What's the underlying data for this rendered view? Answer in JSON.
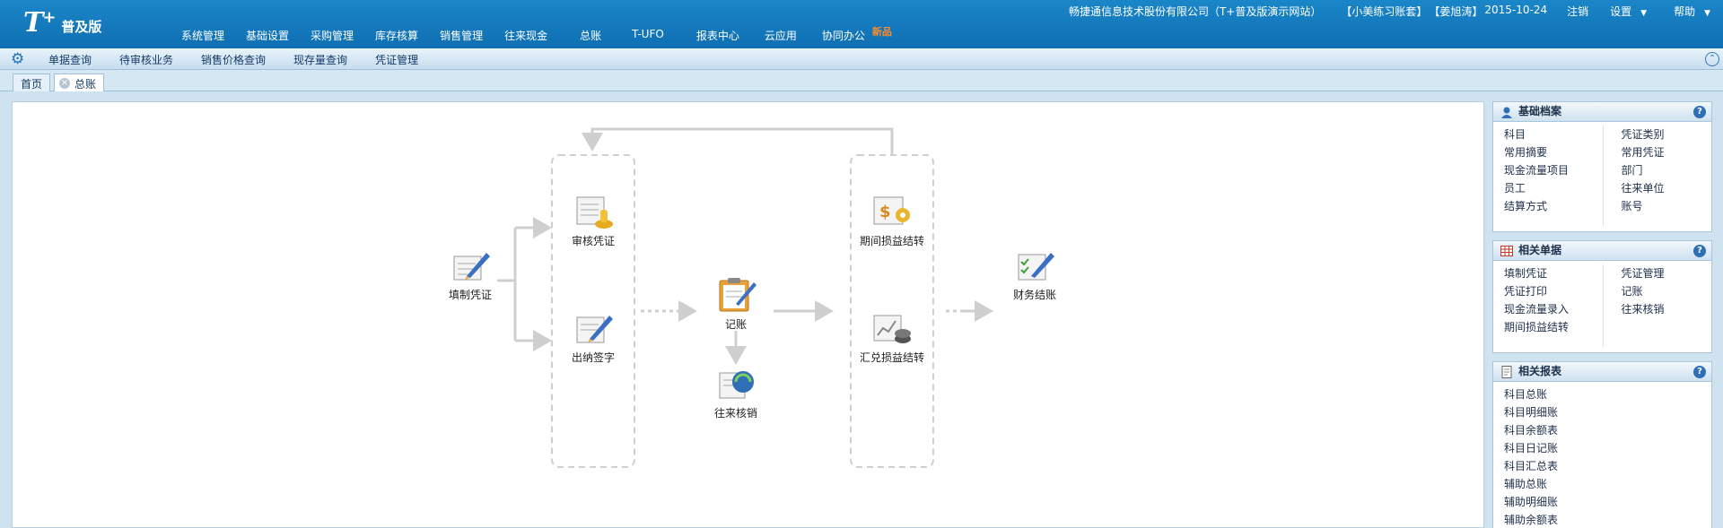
{
  "app": {
    "logo": "T",
    "logo_sup": "+",
    "edition": "普及版"
  },
  "main_nav": [
    "系统管理",
    "基础设置",
    "采购管理",
    "库存核算",
    "销售管理",
    "往来现金",
    "总账",
    "T-UFO",
    "报表中心",
    "云应用",
    "协同办公"
  ],
  "main_nav_badge": "新品",
  "top_right": {
    "company": "畅捷通信息技术股份有限公司（T+普及版演示网站）",
    "account": "【小美练习账套】",
    "user": "【姜旭涛】",
    "date": "2015-10-24",
    "logout": "注销",
    "settings": "设置",
    "help": "帮助"
  },
  "sub_nav": [
    "单据查询",
    "待审核业务",
    "销售价格查询",
    "现存量查询",
    "凭证管理"
  ],
  "tabs": {
    "home": "首页",
    "active": "总账"
  },
  "flow": {
    "fill_voucher": "填制凭证",
    "audit_voucher": "审核凭证",
    "cashier_sign": "出纳签字",
    "post": "记账",
    "writeoff": "往来核销",
    "period_pl": "期间损益结转",
    "fx_pl": "汇兑损益结转",
    "close": "财务结账"
  },
  "panels": {
    "basic": {
      "title": "基础档案",
      "left": [
        "科目",
        "常用摘要",
        "现金流量项目",
        "员工",
        "结算方式"
      ],
      "right": [
        "凭证类别",
        "常用凭证",
        "部门",
        "往来单位",
        "账号"
      ]
    },
    "docs": {
      "title": "相关单据",
      "left": [
        "填制凭证",
        "凭证打印",
        "现金流量录入",
        "期间损益结转"
      ],
      "right": [
        "凭证管理",
        "记账",
        "往来核销"
      ]
    },
    "reports": {
      "title": "相关报表",
      "items": [
        "科目总账",
        "科目明细账",
        "科目余额表",
        "科目日记账",
        "科目汇总表",
        "辅助总账",
        "辅助明细账",
        "辅助余额表"
      ]
    }
  },
  "colors": {
    "topbar": "#1a86c8",
    "accent": "#2f6fb5",
    "badge": "#ff8a2a"
  }
}
